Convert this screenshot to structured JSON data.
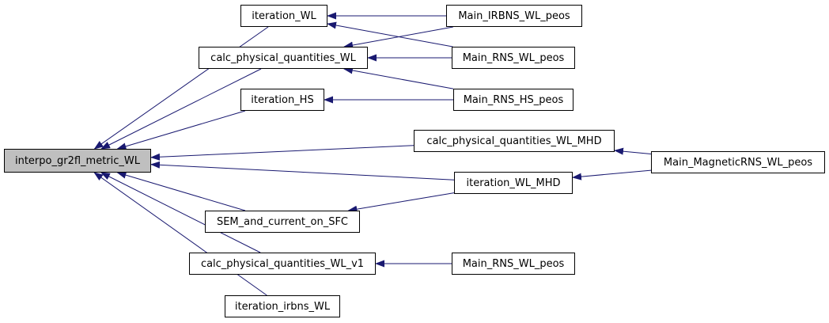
{
  "diagram": {
    "nodes": {
      "interpo": "interpo_gr2fl_metric_WL",
      "iterwl": "iteration_WL",
      "calcwl": "calc_physical_quantities_WL",
      "iterhs": "iteration_HS",
      "sem": "SEM_and_current_on_SFC",
      "calcv1": "calc_physical_quantities_WL_v1",
      "iterirbns": "iteration_irbns_WL",
      "calcmhd": "calc_physical_quantities_WL_MHD",
      "itermhd": "iteration_WL_MHD",
      "mainirbns": "Main_IRBNS_WL_peos",
      "mainrns1": "Main_RNS_WL_peos",
      "mainhs": "Main_RNS_HS_peos",
      "mainrns2": "Main_RNS_WL_peos",
      "mainmag": "Main_MagneticRNS_WL_peos"
    },
    "edges": [
      {
        "from": "iterwl",
        "to": "interpo"
      },
      {
        "from": "calcwl",
        "to": "interpo"
      },
      {
        "from": "iterhs",
        "to": "interpo"
      },
      {
        "from": "calcmhd",
        "to": "interpo"
      },
      {
        "from": "itermhd",
        "to": "interpo"
      },
      {
        "from": "sem",
        "to": "interpo"
      },
      {
        "from": "calcv1",
        "to": "interpo"
      },
      {
        "from": "iterirbns",
        "to": "interpo"
      },
      {
        "from": "mainirbns",
        "to": "iterwl"
      },
      {
        "from": "mainrns1",
        "to": "iterwl"
      },
      {
        "from": "mainirbns",
        "to": "calcwl"
      },
      {
        "from": "mainrns1",
        "to": "calcwl"
      },
      {
        "from": "mainhs",
        "to": "calcwl"
      },
      {
        "from": "mainhs",
        "to": "iterhs"
      },
      {
        "from": "mainmag",
        "to": "calcmhd"
      },
      {
        "from": "mainmag",
        "to": "itermhd"
      },
      {
        "from": "itermhd",
        "to": "sem"
      },
      {
        "from": "mainrns2",
        "to": "calcv1"
      }
    ],
    "focus_node": "interpo",
    "colors": {
      "edge": "#191970",
      "focus_fill": "#bfbfbf",
      "node_fill": "#ffffff",
      "node_border": "#000000"
    }
  }
}
